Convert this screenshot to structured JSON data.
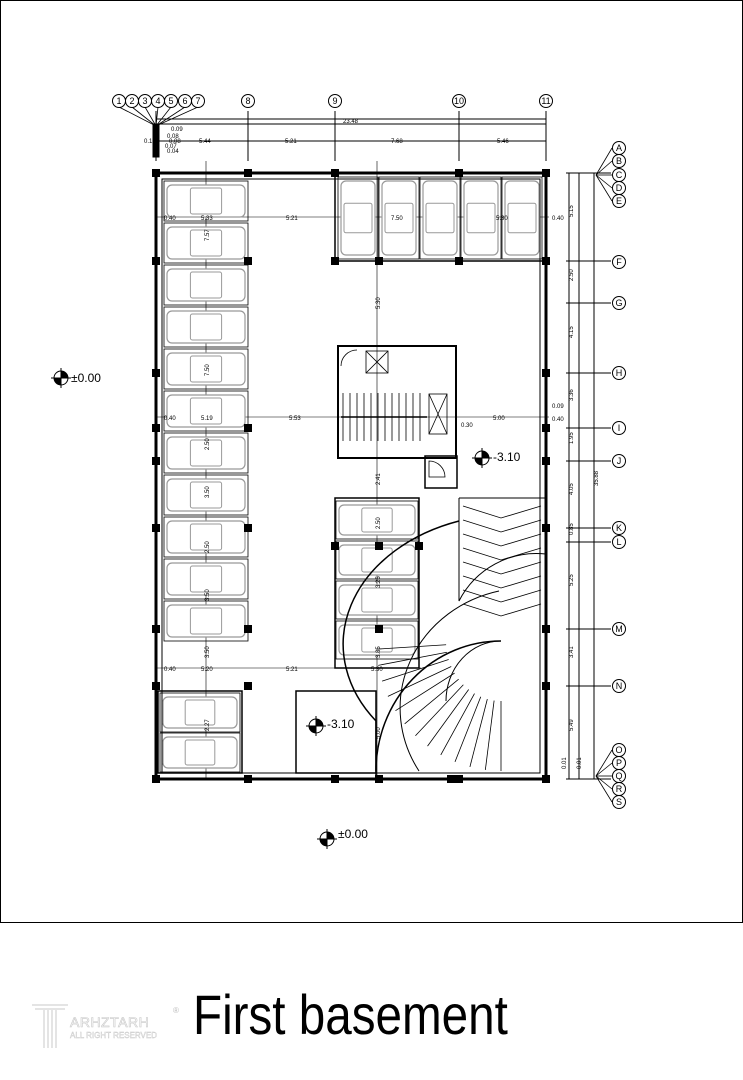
{
  "title": "First basement",
  "logo": {
    "name": "ARHZTARH",
    "rights": "ALL RIGHT RESERVED",
    "reg": "®"
  },
  "grid_top": [
    "1",
    "2",
    "3",
    "4",
    "5",
    "6",
    "7",
    "8",
    "9",
    "10",
    "11"
  ],
  "grid_right": [
    "A",
    "B",
    "C",
    "D",
    "E",
    "F",
    "G",
    "H",
    "I",
    "J",
    "K",
    "L",
    "M",
    "N",
    "O",
    "P",
    "Q",
    "R",
    "S"
  ],
  "dims_top": {
    "total": "23.48",
    "spans": [
      "5.44",
      "5.21",
      "7.68",
      "5.46"
    ],
    "small": [
      "0.09",
      "0.08",
      "0.08",
      "0.07",
      "0.04",
      "0.15"
    ]
  },
  "dims_right": {
    "total": "35.88",
    "spans": [
      "5.15",
      "2.50",
      "4.15",
      "3.36",
      "1.95",
      "4.05",
      "0.85",
      "5.25",
      "3.41",
      "5.49",
      "0.01",
      "0.01"
    ],
    "offsets": [
      "0.40",
      "0.09",
      "0.40"
    ]
  },
  "dims_interior": {
    "row1": [
      "0.40",
      "5.33",
      "5.21",
      "7.50",
      "5.30",
      "0.40"
    ],
    "row2": [
      "0.40",
      "5.19",
      "5.53",
      "0.30",
      "5.00"
    ],
    "row3": [
      "0.40",
      "5.20",
      "5.21",
      "5.30"
    ],
    "left_col": [
      "7.57",
      "7.50",
      "2.50",
      "3.50",
      "2.50",
      "3.50",
      "3.50",
      "2.27"
    ],
    "mid_col": [
      "5.30",
      "2.41",
      "2.50",
      "3.25",
      "3.85",
      "5.00"
    ]
  },
  "levels": {
    "entry_left": "±0.00",
    "ramp": "-3.10",
    "lower": "-3.10",
    "entry_bottom": "±0.00"
  }
}
